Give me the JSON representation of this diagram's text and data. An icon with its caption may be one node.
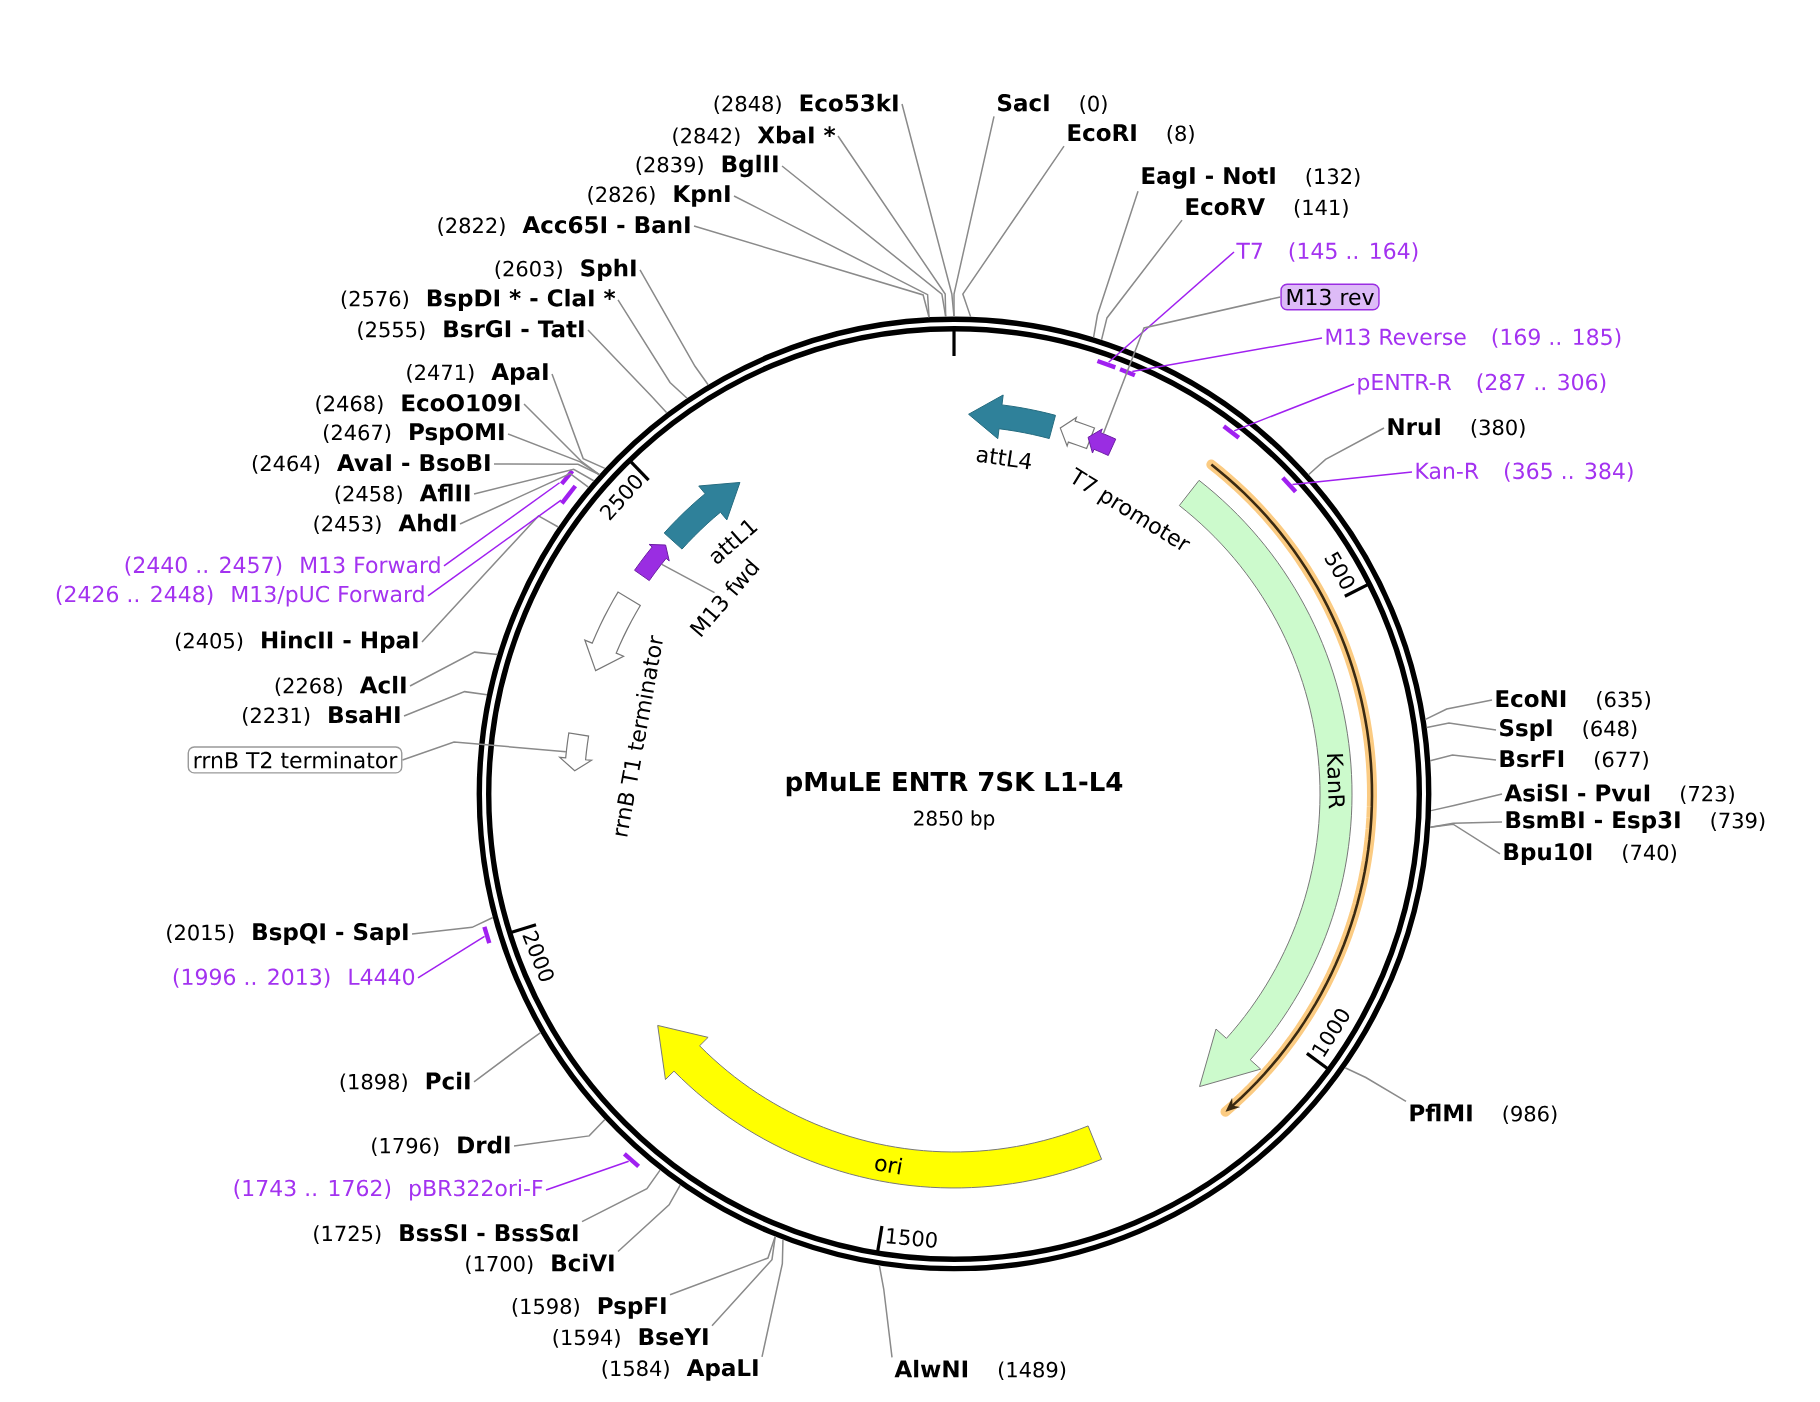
{
  "diagram": {
    "title": "pMuLE ENTR 7SK L1-L4",
    "nodes": [
      {
        "text": [],
        "shape": "circle"
      },
      {
        "text": [],
        "shape": "arrow",
        "beside": [
          "attL4"
        ],
        "in": 0
      },
      {
        "text": [],
        "shape": "arrow",
        "in": 0
      },
      {
        "text": [],
        "shape": "arrow",
        "in": 0
      },
      {
        "text": [],
        "shape": "arrow",
        "beside": [
          "attL1"
        ],
        "in": 0
      },
      {
        "text": [],
        "shape": "arrow",
        "in": 0
      },
      {
        "text": [
          "M13 fwd"
        ],
        "in": 0
      },
      {
        "text": [],
        "shape": "arrow",
        "beside": [
          "rrnB T1 terminator"
        ],
        "in": 0
      },
      {
        "text": [],
        "shape": "arrow",
        "in": 0
      },
      {
        "text": [
          "KanR"
        ],
        "in": 0
      },
      {
        "text": [
          "ori"
        ],
        "in": 0
      },
      {
        "text": [
          "SacI",
          "(0)"
        ]
      },
      {
        "text": [
          "EcoRI",
          "(8)"
        ]
      },
      {
        "text": [
          "EagI - NotI",
          "(132)"
        ]
      },
      {
        "text": [
          "EcoRV",
          "(141)"
        ]
      },
      {
        "text": [
          "T7",
          "(145 .. 164)"
        ]
      },
      {
        "text": [
          "M13 rev"
        ]
      },
      {
        "text": [
          "M13 Reverse",
          "(169 .. 185)"
        ]
      },
      {
        "text": [
          "pENTR-R",
          "(287 .. 306)"
        ]
      },
      {
        "text": [
          "NruI",
          "(380)"
        ]
      },
      {
        "text": [
          "Kan-R",
          "(365 .. 384)"
        ]
      },
      {
        "text": [
          "EcoNI",
          "(635)"
        ]
      },
      {
        "text": [
          "SspI",
          "(648)"
        ]
      },
      {
        "text": [
          "BsrFI",
          "(677)"
        ]
      },
      {
        "text": [
          "AsiSI - PvuI",
          "(723)"
        ]
      },
      {
        "text": [
          "BsmBI - Esp3I",
          "(739)"
        ]
      },
      {
        "text": [
          "Bpu10I",
          "(740)"
        ]
      },
      {
        "text": [
          "PflMI",
          "(986)"
        ]
      },
      {
        "text": [
          "AlwNI",
          "(1489)"
        ]
      },
      {
        "text": [
          "(1584)",
          "ApaLI"
        ]
      },
      {
        "text": [
          "(1594)",
          "BseYI"
        ]
      },
      {
        "text": [
          "(1598)",
          "PspFI"
        ]
      },
      {
        "text": [
          "(1700)",
          "BciVI"
        ]
      },
      {
        "text": [
          "(1725)",
          "BssSI - BssSαI"
        ]
      },
      {
        "text": [
          "(1743 .. 1762)",
          "pBR322ori-F"
        ]
      },
      {
        "text": [
          "(1796)",
          "DrdI"
        ]
      },
      {
        "text": [
          "(1898)",
          "PciI"
        ]
      },
      {
        "text": [
          "(1996 .. 2013)",
          "L4440"
        ]
      },
      {
        "text": [
          "(2015)",
          "BspQI - SapI"
        ]
      },
      {
        "text": [
          "rrnB T2 terminator"
        ]
      },
      {
        "text": [
          "(2231)",
          "BsaHI"
        ]
      },
      {
        "text": [
          "(2268)",
          "AclI"
        ]
      },
      {
        "text": [
          "(2405)",
          "HincII - HpaI"
        ]
      },
      {
        "text": [
          "(2426 .. 2448)",
          "M13/pUC Forward"
        ]
      },
      {
        "text": [
          "(2440 .. 2457)",
          "M13 Forward"
        ]
      },
      {
        "text": [
          "(2453)",
          "AhdI"
        ]
      },
      {
        "text": [
          "(2458)",
          "AflII"
        ]
      },
      {
        "text": [
          "(2464)",
          "AvaI - BsoBI"
        ]
      },
      {
        "text": [
          "(2467)",
          "PspOMI"
        ]
      },
      {
        "text": [
          "(2468)",
          "EcoO109I"
        ]
      },
      {
        "text": [
          "(2471)",
          "ApaI"
        ]
      },
      {
        "text": [
          "(2555)",
          "BsrGI - TatI"
        ]
      },
      {
        "text": [
          "(2576)",
          "BspDI * - ClaI *"
        ]
      },
      {
        "text": [
          "(2603)",
          "SphI"
        ]
      },
      {
        "text": [
          "(2822)",
          "Acc65I - BanI"
        ]
      },
      {
        "text": [
          "(2826)",
          "KpnI"
        ]
      },
      {
        "text": [
          "(2839)",
          "BglII"
        ]
      },
      {
        "text": [
          "(2842)",
          "XbaI *"
        ]
      },
      {
        "text": [
          "(2848)",
          "Eco53kI"
        ]
      },
      {
        "text": [],
        "shape": "bar",
        "in": 0
      },
      {
        "text": [],
        "shape": "bar",
        "in": 0
      },
      {
        "text": [],
        "shape": "bar",
        "in": 0
      },
      {
        "text": [],
        "shape": "bar",
        "in": 0
      },
      {
        "text": [],
        "shape": "bar"
      },
      {
        "text": [],
        "shape": "bar"
      },
      {
        "text": [],
        "shape": "bar"
      },
      {
        "text": [],
        "shape": "bar"
      }
    ],
    "edges": [
      {
        "from": 6,
        "to": 5,
        "arrow": "none"
      },
      {
        "from": 11,
        "to": 0,
        "arrow": "none"
      },
      {
        "from": 12,
        "to": 0,
        "arrow": "none"
      },
      {
        "from": 13,
        "to": 0,
        "arrow": "none"
      },
      {
        "from": 14,
        "to": 0,
        "arrow": "none"
      },
      {
        "from": 15,
        "to": 59,
        "arrow": "none",
        "color": "#a020f0"
      },
      {
        "from": 16,
        "to": 3,
        "arrow": "none"
      },
      {
        "from": 17,
        "to": 60,
        "arrow": "none",
        "color": "#a020f0"
      },
      {
        "from": 18,
        "to": 61,
        "arrow": "none",
        "color": "#a020f0"
      },
      {
        "from": 19,
        "to": 0,
        "arrow": "none"
      },
      {
        "from": 20,
        "to": 62,
        "arrow": "none",
        "color": "#a020f0"
      },
      {
        "from": 21,
        "to": 0,
        "arrow": "none"
      },
      {
        "from": 22,
        "to": 0,
        "arrow": "none"
      },
      {
        "from": 23,
        "to": 0,
        "arrow": "none"
      },
      {
        "from": 24,
        "to": 0,
        "arrow": "none"
      },
      {
        "from": 25,
        "to": 0,
        "arrow": "none"
      },
      {
        "from": 26,
        "to": 0,
        "arrow": "none"
      },
      {
        "from": 27,
        "to": 0,
        "arrow": "none"
      },
      {
        "from": 28,
        "to": 0,
        "arrow": "none"
      },
      {
        "from": 29,
        "to": 0,
        "arrow": "none"
      },
      {
        "from": 30,
        "to": 0,
        "arrow": "none"
      },
      {
        "from": 31,
        "to": 0,
        "arrow": "none"
      },
      {
        "from": 32,
        "to": 0,
        "arrow": "none"
      },
      {
        "from": 33,
        "to": 0,
        "arrow": "none"
      },
      {
        "from": 34,
        "to": 66,
        "arrow": "none",
        "color": "#a020f0"
      },
      {
        "from": 35,
        "to": 0,
        "arrow": "none"
      },
      {
        "from": 36,
        "to": 0,
        "arrow": "none"
      },
      {
        "from": 37,
        "to": 65,
        "arrow": "none",
        "color": "#a020f0"
      },
      {
        "from": 38,
        "to": 0,
        "arrow": "none"
      },
      {
        "from": 39,
        "to": 8,
        "arrow": "none"
      },
      {
        "from": 40,
        "to": 0,
        "arrow": "none"
      },
      {
        "from": 41,
        "to": 0,
        "arrow": "none"
      },
      {
        "from": 42,
        "to": 0,
        "arrow": "none"
      },
      {
        "from": 43,
        "to": 64,
        "arrow": "none",
        "color": "#a020f0"
      },
      {
        "from": 44,
        "to": 63,
        "arrow": "none",
        "color": "#a020f0"
      },
      {
        "from": 45,
        "to": 0,
        "arrow": "none"
      },
      {
        "from": 46,
        "to": 0,
        "arrow": "none"
      },
      {
        "from": 47,
        "to": 0,
        "arrow": "none"
      },
      {
        "from": 48,
        "to": 0,
        "arrow": "none"
      },
      {
        "from": 49,
        "to": 0,
        "arrow": "none"
      },
      {
        "from": 50,
        "to": 0,
        "arrow": "none"
      },
      {
        "from": 51,
        "to": 0,
        "arrow": "none"
      },
      {
        "from": 52,
        "to": 0,
        "arrow": "none"
      },
      {
        "from": 53,
        "to": 0,
        "arrow": "none"
      },
      {
        "from": 54,
        "to": 0,
        "arrow": "none"
      },
      {
        "from": 55,
        "to": 0,
        "arrow": "none"
      },
      {
        "from": 56,
        "to": 0,
        "arrow": "none"
      },
      {
        "from": 57,
        "to": 0,
        "arrow": "none"
      },
      {
        "from": 58,
        "to": 0,
        "arrow": "none"
      }
    ],
    "labels": [
      "2500",
      "T7 promoter",
      "500",
      "2850 bp",
      "2000",
      "1000",
      "1500"
    ]
  }
}
